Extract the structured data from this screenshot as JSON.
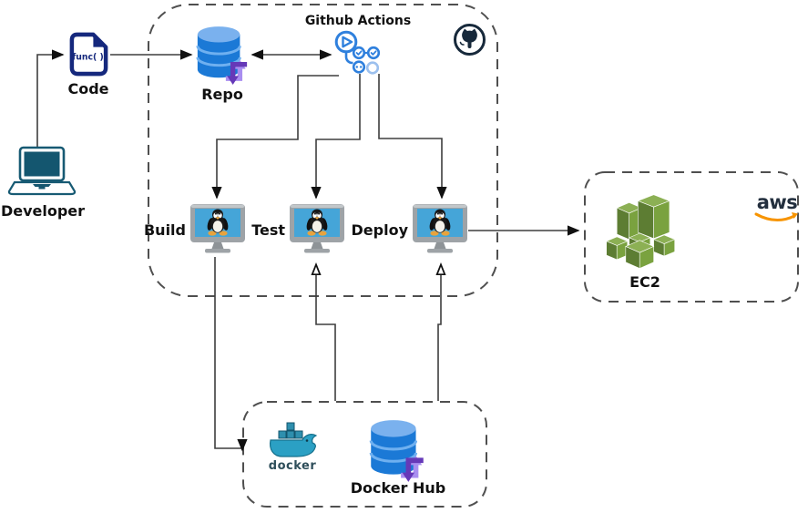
{
  "nodes": {
    "developer": {
      "label": "Developer"
    },
    "code": {
      "label": "Code",
      "icon_text": "func( )"
    },
    "repo": {
      "label": "Repo"
    },
    "github_actions": {
      "label": "Github Actions"
    },
    "github_logo": {
      "icon": "octocat-icon"
    },
    "build": {
      "label": "Build"
    },
    "test": {
      "label": "Test"
    },
    "deploy": {
      "label": "Deploy"
    },
    "ec2": {
      "label": "EC2"
    },
    "aws": {
      "label": "aws"
    },
    "docker": {
      "label": "docker"
    },
    "docker_hub": {
      "label": "Docker Hub"
    }
  },
  "edges": [
    {
      "from": "developer",
      "to": "code"
    },
    {
      "from": "code",
      "to": "repo"
    },
    {
      "from": "repo",
      "to": "github_actions",
      "bidirectional": true
    },
    {
      "from": "github_actions",
      "to": "build"
    },
    {
      "from": "github_actions",
      "to": "test"
    },
    {
      "from": "github_actions",
      "to": "deploy"
    },
    {
      "from": "deploy",
      "to": "ec2"
    },
    {
      "from": "build",
      "to": "docker_hub"
    },
    {
      "from": "docker_hub",
      "to": "test"
    },
    {
      "from": "docker_hub",
      "to": "deploy"
    }
  ],
  "colors": {
    "line": "#3e3e3e",
    "dashed_border": "#4f4f4f",
    "db_blue": "#1b79d6",
    "db_blue_light": "#7ab1ee",
    "sync_purple_light": "#a98ef0",
    "sync_purple_dark": "#6639b8",
    "actions_blue": "#2f80dd",
    "actions_blue_light": "#9cc0ee",
    "code_navy": "#15287d",
    "octocat_navy": "#17293b",
    "laptop_teal": "#14566f",
    "screen_blue": "#45a5d8",
    "monitor_gray": "#9ea3a7",
    "tux_orange": "#e8a33d",
    "ec2_green_top": "#8cb054",
    "ec2_green_right": "#7aa23f",
    "ec2_green_left": "#5d7d33",
    "aws_navy": "#232f3e",
    "aws_orange": "#f79400",
    "docker_teal": "#2ba0c4",
    "docker_text": "#2e4e5a"
  }
}
